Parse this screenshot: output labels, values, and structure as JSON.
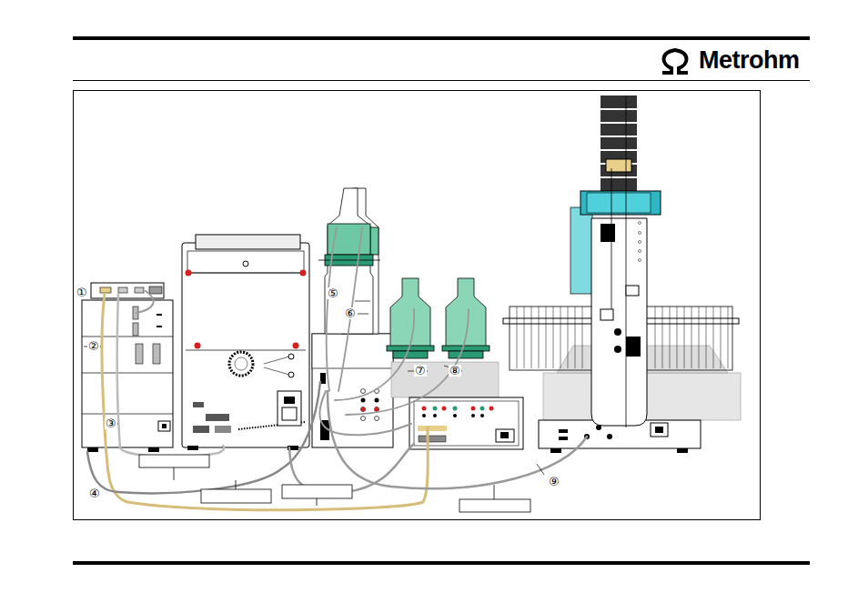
{
  "diagram": {
    "labels": [
      "Metrohm",
      "①",
      "②",
      "③",
      "④",
      "⑤",
      "⑥",
      "⑦",
      "⑧",
      "⑨"
    ]
  }
}
